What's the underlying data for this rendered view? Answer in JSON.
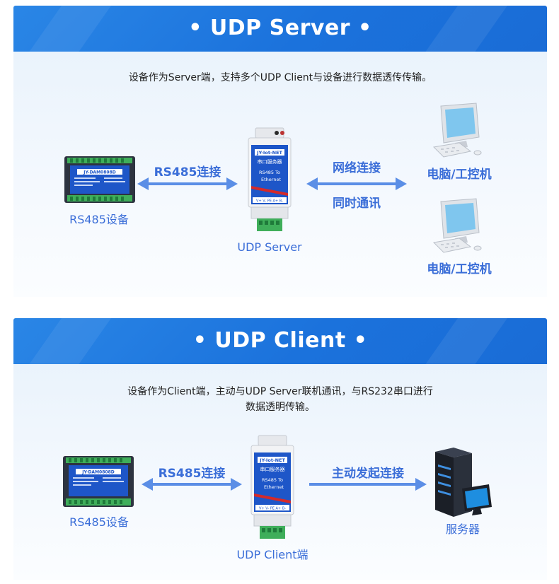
{
  "server": {
    "title": "• UDP Server •",
    "description": "设备作为Server端，支持多个UDP Client与设备进行数据透传传输。",
    "left_device_label": "RS485设备",
    "left_link_label": "RS485连接",
    "center_label": "UDP Server",
    "right_link_label_top": "网络连接",
    "right_link_label_bottom": "同时通讯",
    "pc_label_1": "电脑/工控机",
    "pc_label_2": "电脑/工控机"
  },
  "client": {
    "title": "• UDP Client •",
    "description_line1": "设备作为Client端，主动与UDP Server联机通讯，与RS232串口进行",
    "description_line2": "数据透明传输。",
    "left_device_label": "RS485设备",
    "left_link_label": "RS485连接",
    "center_label": "UDP Client端",
    "right_link_label": "主动发起连接",
    "server_label": "服务器"
  },
  "device_module": {
    "brand": "JY-DAM0808D"
  },
  "converter": {
    "brand": "JY-Iot-NET",
    "name": "串口服务器",
    "line1": "RS485 To",
    "line2": "Ethernet",
    "terminals": [
      "V+",
      "V-",
      "PE",
      "A+",
      "B-"
    ]
  },
  "colors": {
    "banner": "#1b72dc",
    "accent": "#3b6ed8",
    "arrow": "#5b8ee6",
    "device_blue": "#1e56c8"
  }
}
